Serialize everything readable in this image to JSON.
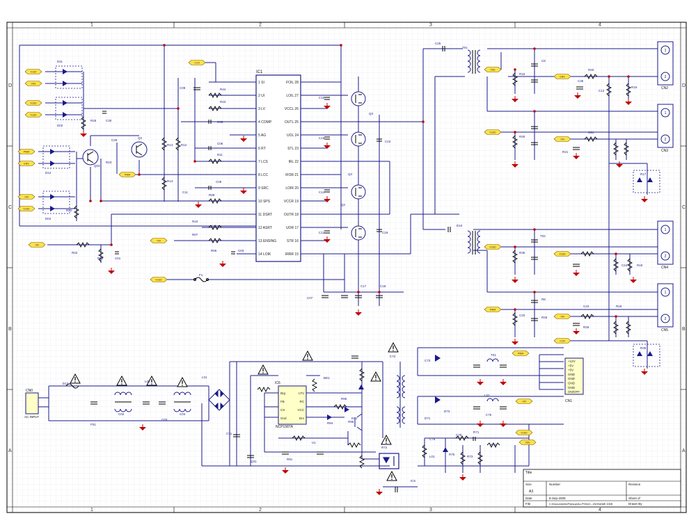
{
  "border": {
    "col_labels": [
      "1",
      "2",
      "3",
      "4"
    ],
    "row_labels": [
      "D",
      "C",
      "B",
      "A"
    ]
  },
  "ic": {
    "ic1": {
      "ref": "IC1",
      "left_pins": [
        "1 SI",
        "2 UI",
        "3 LV",
        "4 COMP",
        "5 AG",
        "6 RT",
        "7 LCS",
        "8 LCC",
        "9 SRC",
        "10 SPS",
        "11 DSRT",
        "12 ASRT",
        "13 ENSING",
        "14 LOIK"
      ],
      "right_pins": [
        "FOIL 28",
        "LOIL 27",
        "VCCL 26",
        "OUTL 25",
        "UOL 24",
        "STL 23",
        "IRL 22",
        "IFOR 21",
        "LOIR 20",
        "VCCR 19",
        "OUTR 18",
        "UOR 17",
        "STR 16",
        "IRRR 15"
      ]
    },
    "ic6": {
      "ref": "IC6",
      "left_pins": [
        "Brg",
        "FB",
        "CS",
        "Gnd"
      ],
      "right_pins": [
        "LTV",
        "RC",
        "VCC",
        "Drv"
      ],
      "part": "NCP1587A"
    },
    "cn1": {
      "ref": "CN1",
      "pins": [
        "+12V",
        "+5V",
        "+5V",
        "GND",
        "GND",
        "GND",
        "GND",
        "ON/OFF"
      ]
    },
    "cn0": {
      "ref": "CN0",
      "label": "AC INPUT"
    }
  },
  "connectors_right": [
    {
      "ref": "CN2",
      "pins": [
        "1",
        "2"
      ]
    },
    {
      "ref": "CN3",
      "pins": [
        "1",
        "2"
      ]
    },
    {
      "ref": "CN4",
      "pins": [
        "1",
        "2"
      ]
    },
    {
      "ref": "CN5",
      "pins": [
        "1",
        "2"
      ]
    }
  ],
  "net_flags": [
    "VLED",
    "VSS",
    "VLED",
    "VLED",
    "PWM",
    "ENS",
    "+5V",
    "VLED",
    "+5V",
    "+12V",
    "PWM",
    "+5V"
  ],
  "component_labels": [
    "D11",
    "D12",
    "D04",
    "D02",
    "R25",
    "C30",
    "C26",
    "Q3",
    "Q03",
    "R23",
    "R22",
    "R14",
    "R12",
    "R13",
    "C11",
    "R10",
    "R07",
    "R06",
    "C03",
    "R03",
    "R02",
    "C01",
    "C09",
    "R44",
    "R43",
    "C05",
    "C06",
    "R11",
    "R09",
    "C08",
    "C07",
    "C15",
    "C16",
    "C14",
    "C13",
    "C19",
    "C17",
    "C18",
    "C22",
    "Q2",
    "Q3",
    "Q4",
    "F1",
    "C25",
    "T01",
    "R15",
    "C8",
    "R16",
    "C35",
    "R40",
    "C12",
    "R30",
    "R21",
    "C21",
    "R35",
    "R17",
    "D10",
    "T02",
    "C24",
    "R18",
    "R19",
    "R8",
    "C20",
    "R26",
    "R33",
    "C23",
    "R36",
    "D13",
    "F01",
    "C02",
    "L02",
    "C03",
    "C04",
    "L01",
    "BD1",
    "R96",
    "R95",
    "R94",
    "D31",
    "Q31",
    "R91",
    "C71",
    "C72",
    "C73",
    "T01",
    "D71",
    "D73",
    "L02",
    "C75",
    "C76",
    "C78",
    "L01",
    "R73",
    "R74",
    "R75",
    "R72",
    "R71",
    "IC5",
    "U1",
    "C74",
    "C92",
    "C93"
  ],
  "title_block": {
    "title_label": "Title",
    "size_label": "Size",
    "size_value": "A3",
    "number_label": "Number",
    "revision_label": "Revision",
    "date_label": "Date",
    "date_value": "8-Sep-2009",
    "sheet_label": "Sheet of",
    "file_label": "File",
    "file_value": "C:\\Documents\\Pwrsup\\Ac-Pl\\Sch\\...\\NONAME.DDB",
    "drawn_label": "Drawn By"
  }
}
